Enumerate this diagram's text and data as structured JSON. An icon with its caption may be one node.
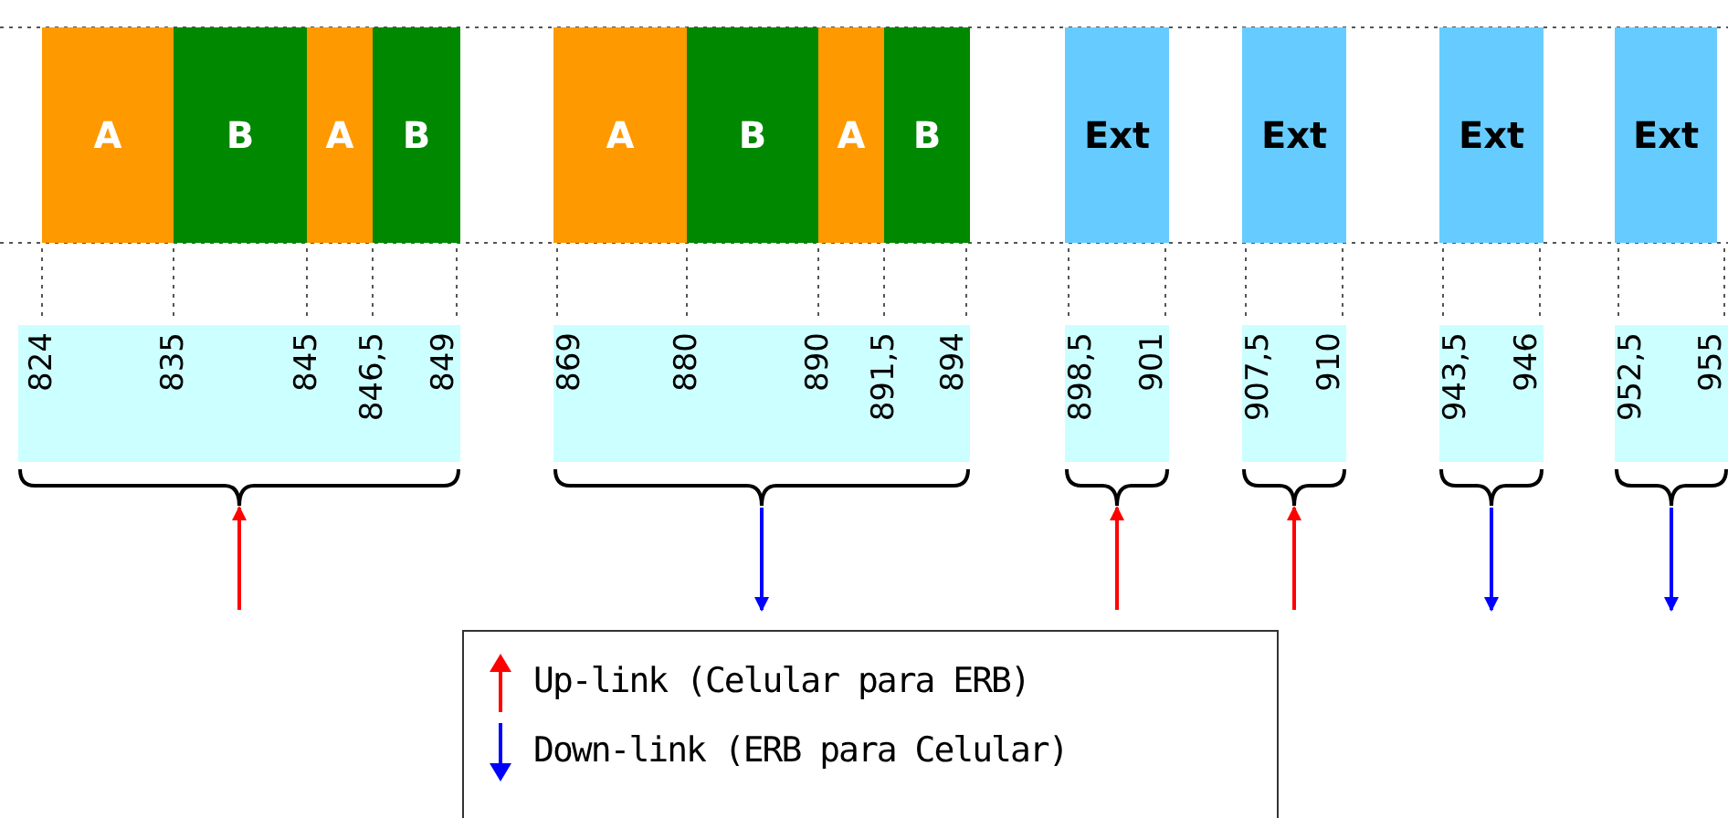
{
  "diagram": {
    "nodes": [
      {
        "text": [
          "A"
        ]
      },
      {
        "text": [
          "B"
        ]
      },
      {
        "text": [
          "A"
        ]
      },
      {
        "text": [
          "B"
        ]
      },
      {
        "text": [
          "A"
        ]
      },
      {
        "text": [
          "B"
        ]
      },
      {
        "text": [
          "A"
        ]
      },
      {
        "text": [
          "B"
        ]
      },
      {
        "text": [
          "Ext"
        ]
      },
      {
        "text": [
          "Ext"
        ]
      },
      {
        "text": [
          "Ext"
        ]
      },
      {
        "text": [
          "Ext"
        ]
      },
      {
        "text": [
          "824",
          "835",
          "845",
          "846,5",
          "849"
        ]
      },
      {
        "text": [
          "869",
          "880",
          "890",
          "891,5",
          "894"
        ]
      },
      {
        "text": [
          "898,5",
          "901"
        ]
      },
      {
        "text": [
          "907,5",
          "910"
        ]
      },
      {
        "text": [
          "943,5",
          "946"
        ]
      },
      {
        "text": [
          "952,5",
          "955"
        ]
      }
    ],
    "edges": [
      {
        "from": null,
        "to": 12,
        "arrow": "to"
      },
      {
        "from": 13,
        "to": null,
        "arrow": "to",
        "color": "#0000ff"
      },
      {
        "from": null,
        "to": 14,
        "arrow": "to"
      },
      {
        "from": null,
        "to": 15,
        "arrow": "to"
      },
      {
        "from": 16,
        "to": null,
        "arrow": "to",
        "color": "#0000ff"
      },
      {
        "from": 17,
        "to": null,
        "arrow": "to",
        "color": "#0000ff"
      }
    ],
    "legend": [
      {
        "text": "Up-link (Celular para ERB)"
      },
      {
        "text": "Down-link (ERB para Celular)"
      }
    ]
  }
}
